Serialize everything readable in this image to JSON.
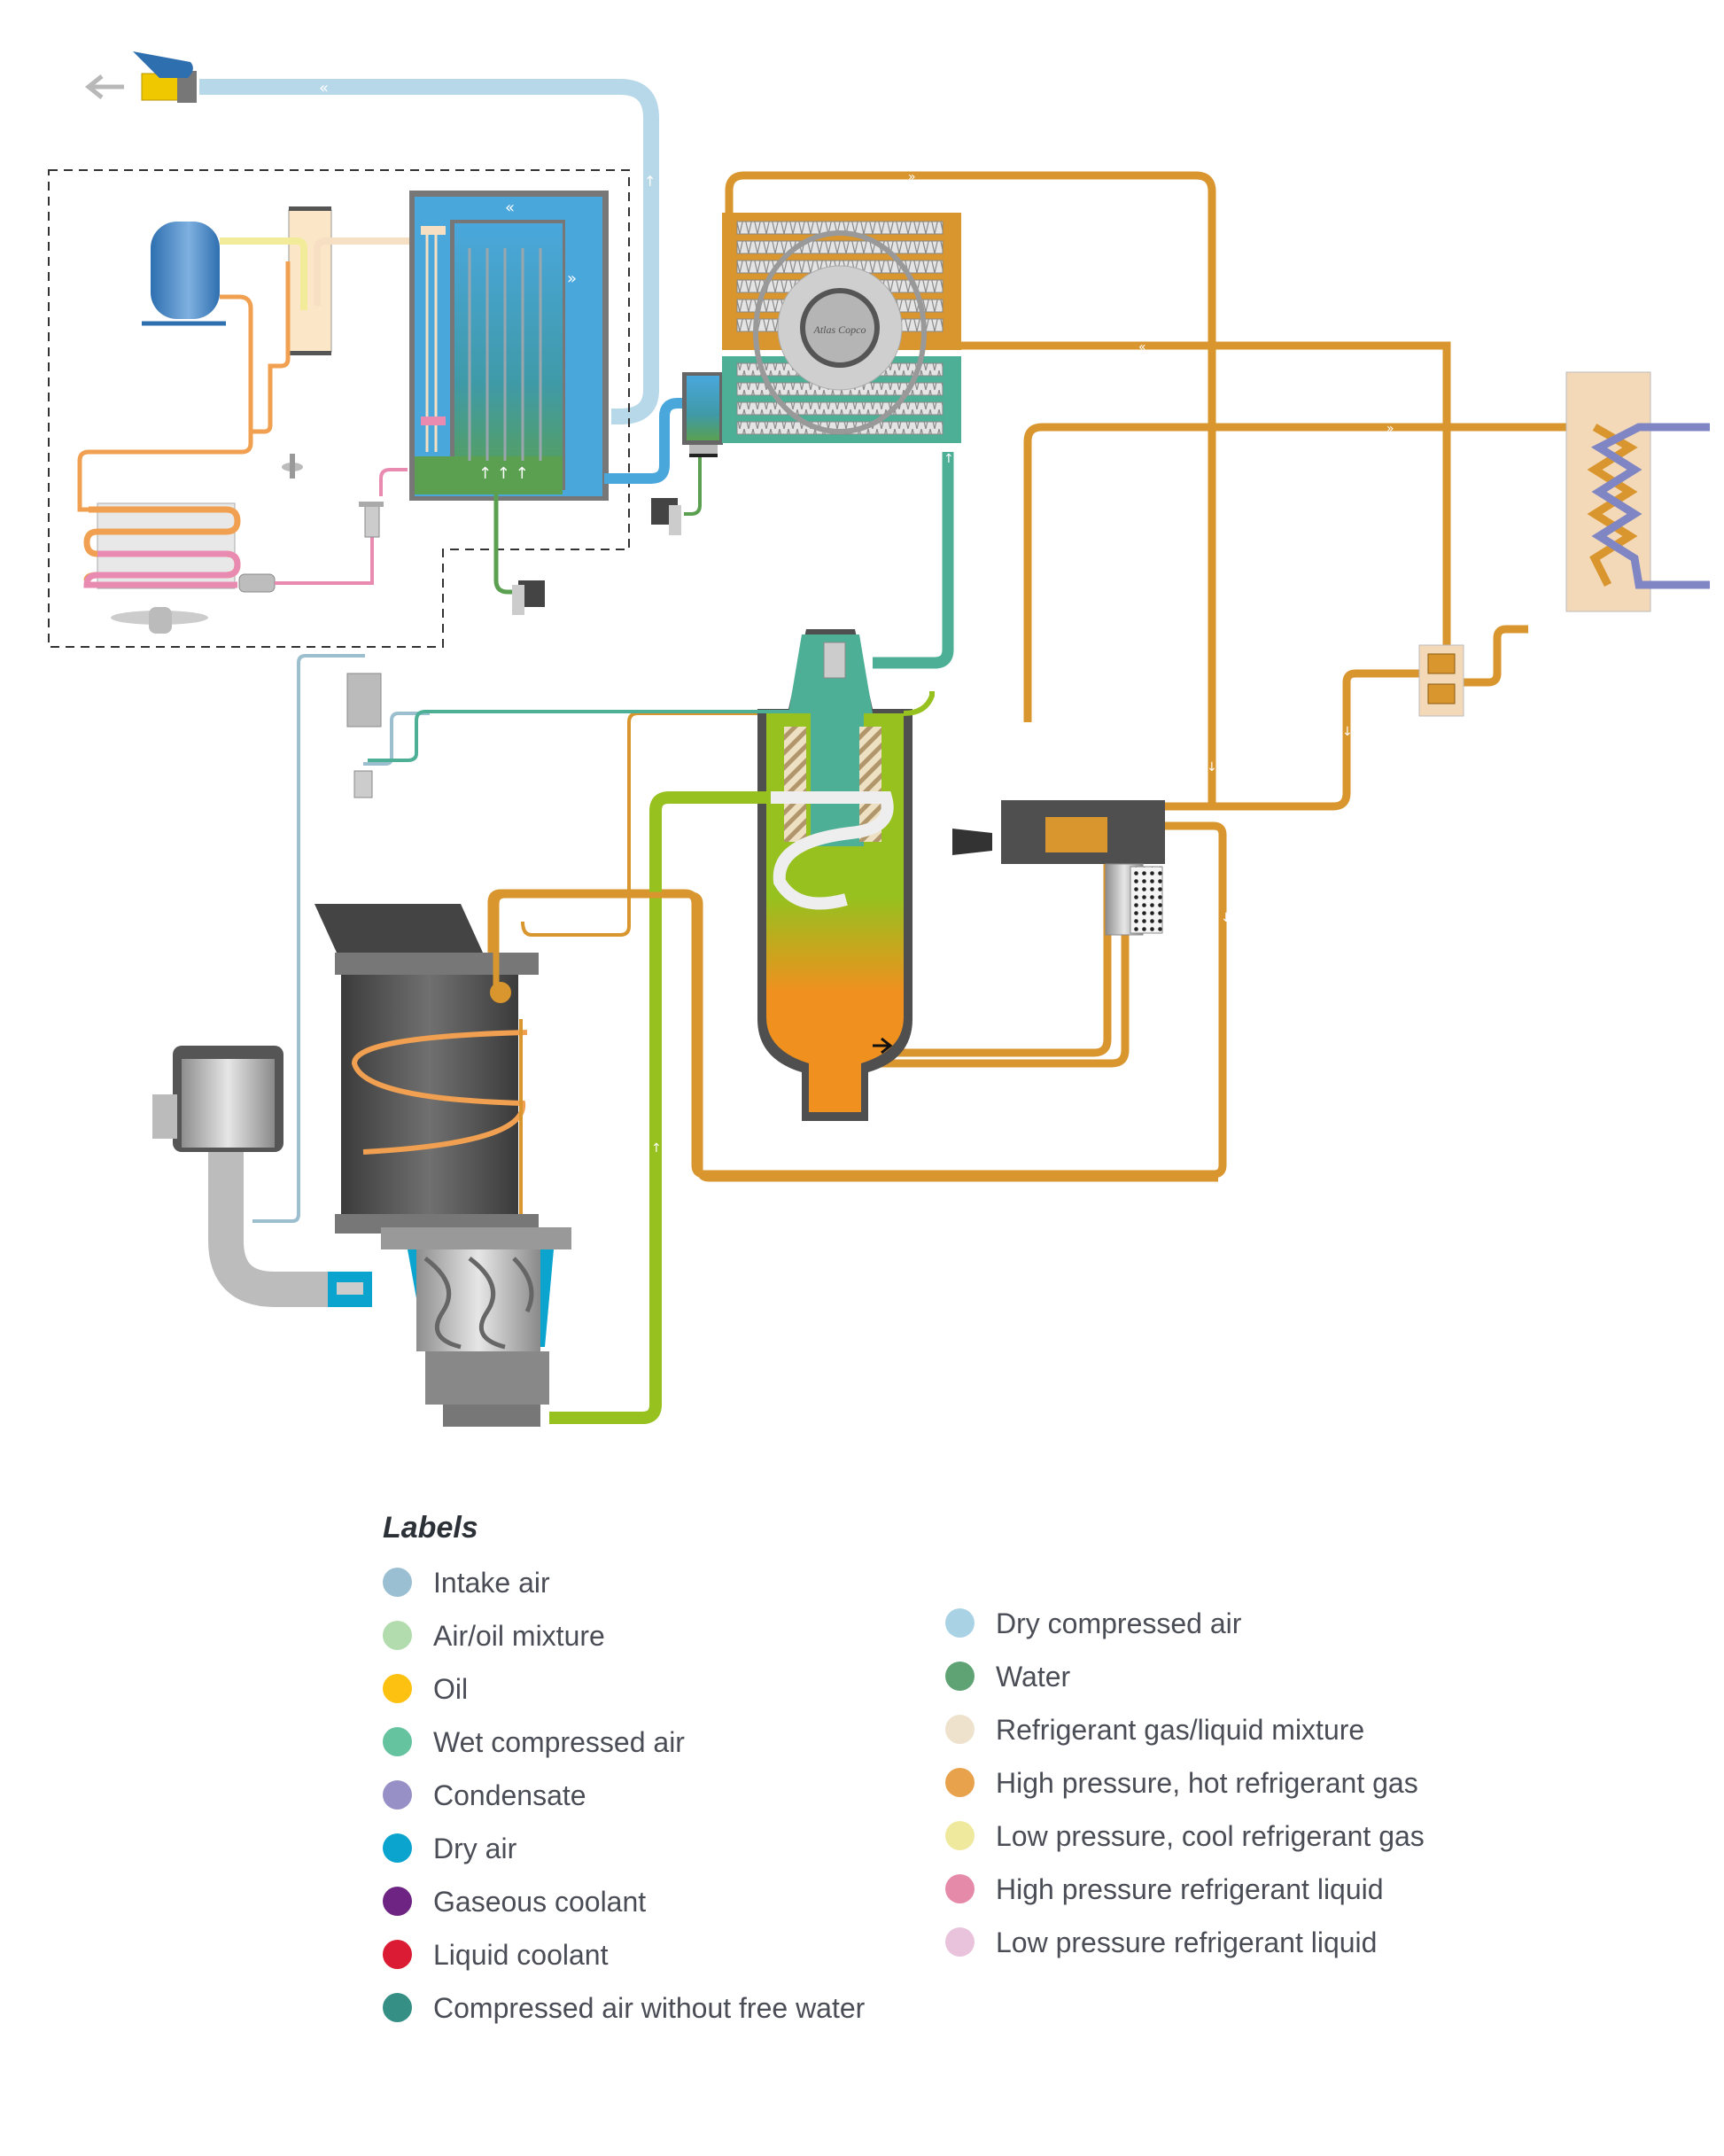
{
  "diagram": {
    "brand_logo_text": "Atlas Copco",
    "components": [
      "outlet-ball-valve",
      "refrigerant-compressor",
      "liquid-separator",
      "air-to-air-heat-exchanger",
      "condenser-coil",
      "condenser-fan",
      "filter-drier",
      "expansion-valve",
      "hot-gas-bypass-valve",
      "condensate-drain",
      "water-separator",
      "oil-cooler",
      "after-cooler",
      "cooling-fan",
      "oil-separator-vessel",
      "minimum-pressure-valve",
      "thermostatic-valve",
      "oil-filter",
      "energy-recovery-heat-exchanger",
      "energy-recovery-valve",
      "electric-motor",
      "air-filter",
      "inlet-valve",
      "screw-element",
      "solenoid-valve"
    ],
    "colors": {
      "intake_air": "#9bbfcf",
      "dry_compressed_air": "#b7d8e8",
      "dry_air_blue": "#4aa7dc",
      "oil": "#d9962e",
      "air_oil_mixture": "#96c11f",
      "wet_compressed_air": "#4caf96",
      "water": "#5aa050",
      "condensate": "#8086c4",
      "ref_hot_gas": "#f0a050",
      "ref_cool_gas": "#f2ec9a",
      "ref_hp_liquid": "#e98ab0",
      "ref_mix": "#f7dfc4",
      "housing_dark": "#4f4f4f",
      "recovery_box": "#f3d9b8"
    }
  },
  "legend": {
    "title": "Labels",
    "left": [
      {
        "label": "Intake air",
        "color": "#9bbfd2"
      },
      {
        "label": "Air/oil mixture",
        "color": "#b2dcad"
      },
      {
        "label": "Oil",
        "color": "#fcc111"
      },
      {
        "label": "Wet compressed air",
        "color": "#65c39f"
      },
      {
        "label": "Condensate",
        "color": "#9790c6"
      },
      {
        "label": "Dry air",
        "color": "#0aa4cf"
      },
      {
        "label": "Gaseous coolant",
        "color": "#6e2482"
      },
      {
        "label": "Liquid coolant",
        "color": "#db1a33"
      },
      {
        "label": "Compressed air without free water",
        "color": "#358f85"
      }
    ],
    "right": [
      {
        "label": "Dry compressed air",
        "color": "#a9d3e5"
      },
      {
        "label": "Water",
        "color": "#5fa273"
      },
      {
        "label": "Refrigerant gas/liquid mixture",
        "color": "#eee2cc"
      },
      {
        "label": "High pressure, hot refrigerant gas",
        "color": "#e8a24c"
      },
      {
        "label": "Low pressure, cool refrigerant gas",
        "color": "#efe99d"
      },
      {
        "label": "High pressure refrigerant liquid",
        "color": "#e68aa9"
      },
      {
        "label": "Low pressure refrigerant liquid",
        "color": "#e8c3db"
      }
    ]
  }
}
